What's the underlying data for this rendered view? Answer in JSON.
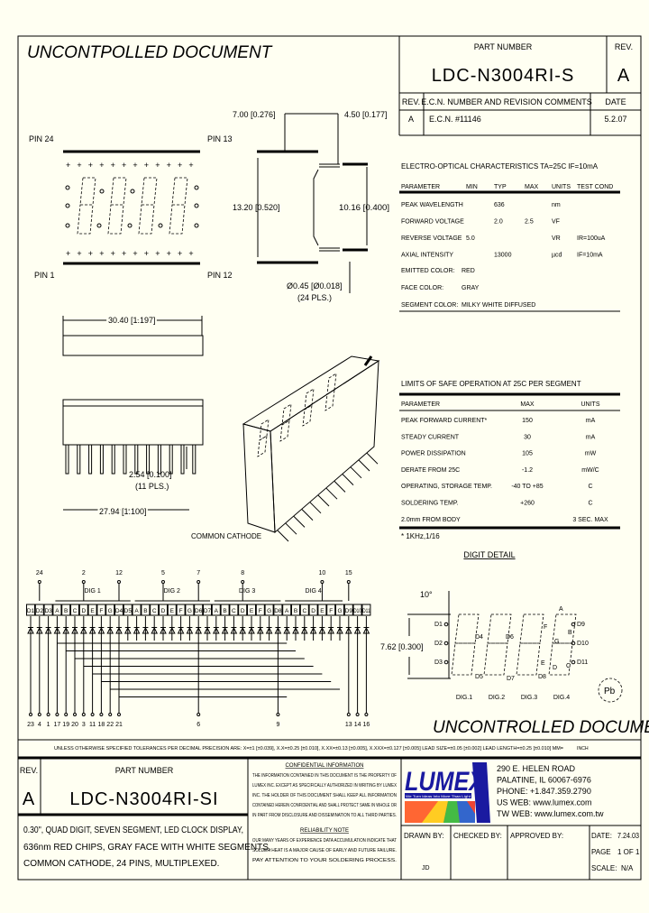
{
  "header": {
    "watermark_top": "UNCONTPOLLED DOCUMENT",
    "part_number_label": "PART NUMBER",
    "part_number": "LDC-N3004RI-S",
    "rev_label": "REV.",
    "rev": "A",
    "revision_table": {
      "headers": [
        "REV.",
        "E.C.N. NUMBER AND REVISION COMMENTS",
        "DATE"
      ],
      "rows": [
        [
          "A",
          "E.C.N. #11146",
          "5.2.07"
        ]
      ]
    }
  },
  "front_view": {
    "pin24": "PIN 24",
    "pin13": "PIN 13",
    "pin1": "PIN 1",
    "pin12": "PIN 12"
  },
  "side_view": {
    "dim_top_left": "7.00 [0.276]",
    "dim_top_right": "4.50 [0.177]",
    "dim_height": "13.20 [0.520]",
    "dim_pin_span": "10.16 [0.400]",
    "dim_pin_dia": "Ø0.45 [Ø0.018]",
    "dim_pin_count": "(24 PLS.)"
  },
  "bottom_view": {
    "dim_length": "30.40 [1.197]",
    "dim_pitch": "2.54 [0.100]",
    "dim_pitch_count": "(11 PLS.)",
    "dim_span": "27.94 [1.100]",
    "common_cathode": "COMMON CATHODE"
  },
  "electro_optical": {
    "title": "ELECTRO-OPTICAL CHARACTERISTICS TA=25C    IF=10mA",
    "headers": [
      "PARAMETER",
      "MIN",
      "TYP",
      "MAX",
      "UNITS",
      "TEST COND"
    ],
    "rows": [
      [
        "PEAK WAVELENGTH",
        "",
        "636",
        "",
        "nm",
        ""
      ],
      [
        "FORWARD VOLTAGE",
        "",
        "2.0",
        "2.5",
        "VF",
        ""
      ],
      [
        "REVERSE VOLTAGE",
        "5.0",
        "",
        "",
        "VR",
        "IR=100uA"
      ],
      [
        "AXIAL INTENSITY",
        "",
        "13000",
        "",
        "µcd",
        "IF=10mA"
      ]
    ],
    "props": [
      [
        "EMITTED COLOR:",
        "RED"
      ],
      [
        "FACE COLOR:",
        "GRAY"
      ],
      [
        "SEGMENT COLOR:",
        "MILKY WHITE DIFFUSED"
      ]
    ]
  },
  "limits": {
    "title": "LIMITS OF SAFE OPERATION AT 25C  PER SEGMENT",
    "headers": [
      "PARAMETER",
      "MAX",
      "UNITS"
    ],
    "rows": [
      [
        "PEAK FORWARD CURRENT*",
        "150",
        "mA"
      ],
      [
        "STEADY CURRENT",
        "30",
        "mA"
      ],
      [
        "POWER DISSIPATION",
        "105",
        "mW"
      ],
      [
        "DERATE FROM 25C",
        "-1.2",
        "mW/C"
      ],
      [
        "OPERATING, STORAGE TEMP.",
        "-40 TO +85",
        "C"
      ],
      [
        "SOLDERING TEMP.",
        "+260",
        "C"
      ],
      [
        "2.0mm FROM BODY",
        "",
        "3 SEC. MAX"
      ]
    ],
    "footnote": "* 1KHz,1/16"
  },
  "circuit": {
    "top_pins": [
      {
        "label": "24",
        "col": 1
      },
      {
        "label": "2",
        "col": 6
      },
      {
        "label": "12",
        "col": 10
      },
      {
        "label": "5",
        "col": 15
      },
      {
        "label": "7",
        "col": 19
      },
      {
        "label": "8",
        "col": 24
      },
      {
        "label": "10",
        "col": 33
      },
      {
        "label": "15",
        "col": 36
      }
    ],
    "digits": [
      {
        "label": "DIG 1",
        "from": 3,
        "to": 11
      },
      {
        "label": "DIG 2",
        "from": 12,
        "to": 20
      },
      {
        "label": "DIG 3",
        "from": 21,
        "to": 28
      },
      {
        "label": "DIG 4",
        "from": 29,
        "to": 35
      }
    ],
    "columns": [
      "D1",
      "D2",
      "D3",
      "A",
      "B",
      "C",
      "D",
      "E",
      "F",
      "G",
      "D4",
      "D5",
      "A",
      "B",
      "C",
      "D",
      "E",
      "F",
      "G",
      "D6",
      "D7",
      "A",
      "B",
      "C",
      "D",
      "E",
      "F",
      "G",
      "D8",
      "A",
      "B",
      "C",
      "D",
      "E",
      "F",
      "G",
      "D9",
      "D10",
      "D11"
    ],
    "bottom_pins": [
      {
        "label": "23",
        "col": 0
      },
      {
        "label": "4",
        "col": 1
      },
      {
        "label": "1",
        "col": 2
      },
      {
        "label": "17",
        "col": 3
      },
      {
        "label": "19",
        "col": 4
      },
      {
        "label": "20",
        "col": 5
      },
      {
        "label": "3",
        "col": 6
      },
      {
        "label": "11",
        "col": 7
      },
      {
        "label": "18",
        "col": 8
      },
      {
        "label": "22",
        "col": 9
      },
      {
        "label": "21",
        "col": 10
      },
      {
        "label": "6",
        "col": 19
      },
      {
        "label": "9",
        "col": 28
      },
      {
        "label": "13",
        "col": 36
      },
      {
        "label": "14",
        "col": 37
      },
      {
        "label": "16",
        "col": 38
      }
    ]
  },
  "digit_detail": {
    "title": "DIGIT DETAIL",
    "angle": "10°",
    "height": "7.62 [0.300]",
    "dots_left": [
      "D1",
      "D2",
      "D3"
    ],
    "dots_right": [
      "D9",
      "D10",
      "D11"
    ],
    "dots_mid": [
      "D4",
      "D5",
      "D6",
      "D7",
      "D8"
    ],
    "segments": [
      "A",
      "B",
      "C",
      "D",
      "E",
      "F",
      "G"
    ],
    "digit_labels": [
      "DIG.1",
      "DIG.2",
      "DIG.3",
      "DIG.4"
    ],
    "pb_free": "Pb"
  },
  "watermark_bottom": "UNCONTROLLED DOCUMENT",
  "tolerance_note": "UNLESS OTHERWISE SPECIFIED TOLERANCES PER DECIMAL PRECISION ARE: X=±1 [±0.039], X.X=±0.25 [±0.010], X.XX=±0.13 [±0.005], X.XXX=±0.127 [±0.005]   LEAD SIZE=±0.05 [±0.002]   LEAD LENGTH=±0.25 [±0.010]   MM=",
  "tolerance_inch": "INCH",
  "title_block": {
    "rev_label": "REV.",
    "rev": "A",
    "part_number_label": "PART NUMBER",
    "part_number": "LDC-N3004RI-SI",
    "description": [
      "0.30\", QUAD DIGIT, SEVEN SEGMENT, LED CLOCK DISPLAY,",
      "636nm RED CHIPS, GRAY FACE WITH WHITE SEGMENTS,",
      "COMMON CATHODE, 24 PINS, MULTIPLEXED."
    ],
    "confidential_title": "CONFIDENTIAL INFORMATION",
    "confidential_text": [
      "THE INFORMATION CONTAINED IN THIS DOCUMENT IS THE PROPERTY OF",
      "LUMEX INC. EXCEPT AS SPECIFICALLY AUTHORIZED IN WRITING BY LUMEX",
      "INC. THE HOLDER OF THIS DOCUMENT SHALL KEEP ALL INFORMATION",
      "CONTAINED HEREIN CONFIDENTIAL AND SHALL PROTECT SAME IN WHOLE OR",
      "IN PART FROM DISCLOSURE AND DISSEMINATION TO ALL THIRD PARTIES."
    ],
    "reliability_title": "RELIABILITY NOTE",
    "reliability_text": [
      "OUR MANY YEARS OF EXPERIENCE DATA ACCUMULATION INDICATE THAT",
      "SOLDER HEAT IS A MAJOR CAUSE OF EARLY AND FUTURE FAILURE.",
      "PAY ATTENTION TO YOUR SOLDERING PROCESS."
    ],
    "logo": "LUMEX",
    "logo_tagline": "We Turn Ideas Into More Than Light",
    "address": [
      "290 E. HELEN ROAD",
      "PALATINE, IL 60067-6976",
      "PHONE: +1.847.359.2790",
      "US WEB: www.lumex.com",
      "TW WEB: www.lumex.com.tw"
    ],
    "drawn_by_label": "DRAWN BY:",
    "drawn_by": "JD",
    "checked_by_label": "CHECKED BY:",
    "approved_by_label": "APPROVED BY:",
    "date_label": "DATE:",
    "date": "7.24.03",
    "page_label": "PAGE",
    "page": "1 OF 1",
    "scale_label": "SCALE:",
    "scale": "N/A",
    "logo_blue": "#1a1aa0"
  }
}
